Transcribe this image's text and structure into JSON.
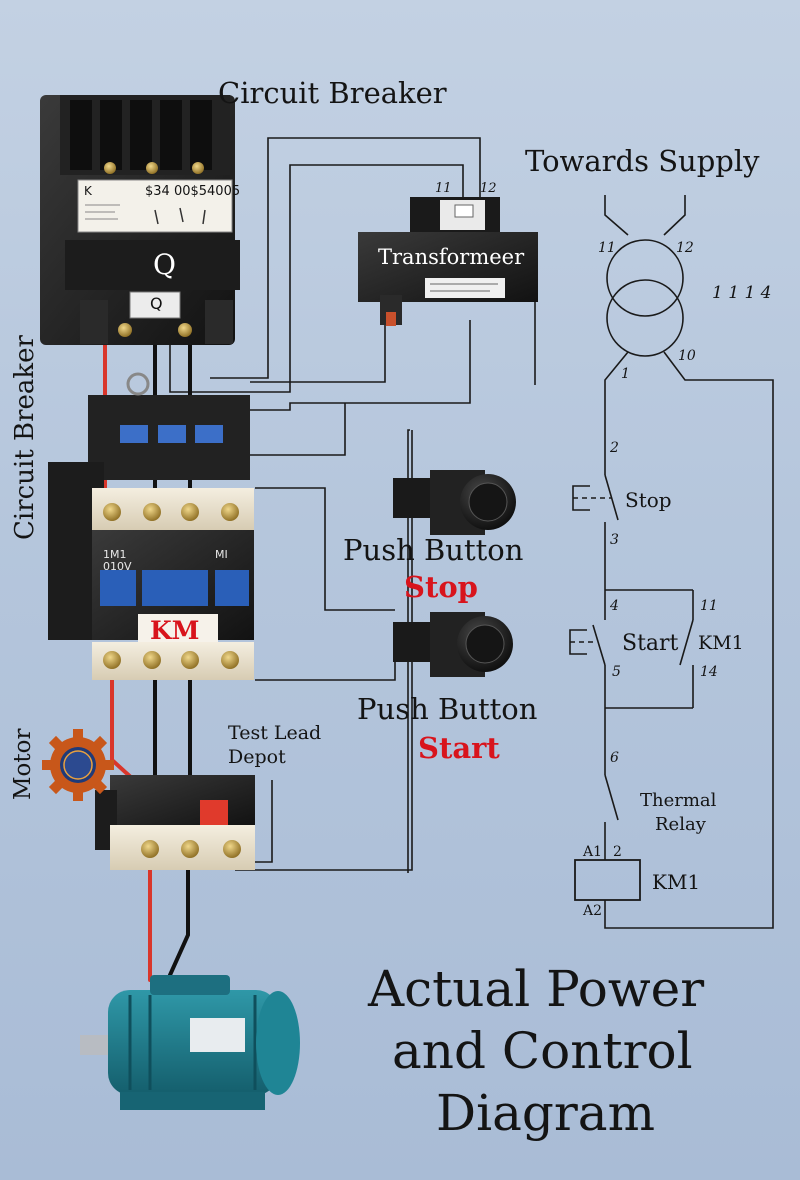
{
  "labels": {
    "circuit_breaker_top": "Circuit Breaker",
    "circuit_breaker_side": "Circuit Breaker",
    "towards_supply": "Towards Supply",
    "transformer": "Transformeer",
    "breaker_q": "Q",
    "breaker_q_small": "Q",
    "breaker_plate_text": "$34 00$54005",
    "breaker_plate_k": "K",
    "km_label": "KM",
    "contactor_text_1": "1M1",
    "contactor_text_2": "010V",
    "contactor_text_3": "MI",
    "push_button_stop_1": "Push Button",
    "push_button_stop_2": "Stop",
    "push_button_start_1": "Push Button",
    "push_button_start_2": "Start",
    "motor": "Motor",
    "test_lead_1": "Test Lead",
    "test_lead_2": "Depot",
    "title_1": "Actual Power",
    "title_2": "and Control",
    "title_3": "Diagram"
  },
  "schematic": {
    "t_11": "11",
    "t_12": "12",
    "t_11_right": "11",
    "t_12_right": "12",
    "t_1111_4": "1 1 1   4",
    "t_1": "1",
    "t_10": "10",
    "t_2": "2",
    "stop": "Stop",
    "t_3": "3",
    "t_4": "4",
    "t_11_km": "11",
    "start": "Start",
    "km1_contact": "KM1",
    "t_5": "5",
    "t_14": "14",
    "t_6": "6",
    "thermal_1": "Thermal",
    "thermal_2": "Relay",
    "a1": "A1",
    "t_2b": "2",
    "km1_coil": "KM1",
    "a2": "A2"
  },
  "colors": {
    "background": "#b8c8dd",
    "device_black": "#1b1b1b",
    "device_cream": "#e9e1cf",
    "contactor_blue": "#2a5fb8",
    "wire_red": "#d9362b",
    "wire_black": "#111111",
    "motor_teal": "#1e7a8c",
    "accent_red": "#d8141c",
    "logo_orange": "#c8571a"
  }
}
